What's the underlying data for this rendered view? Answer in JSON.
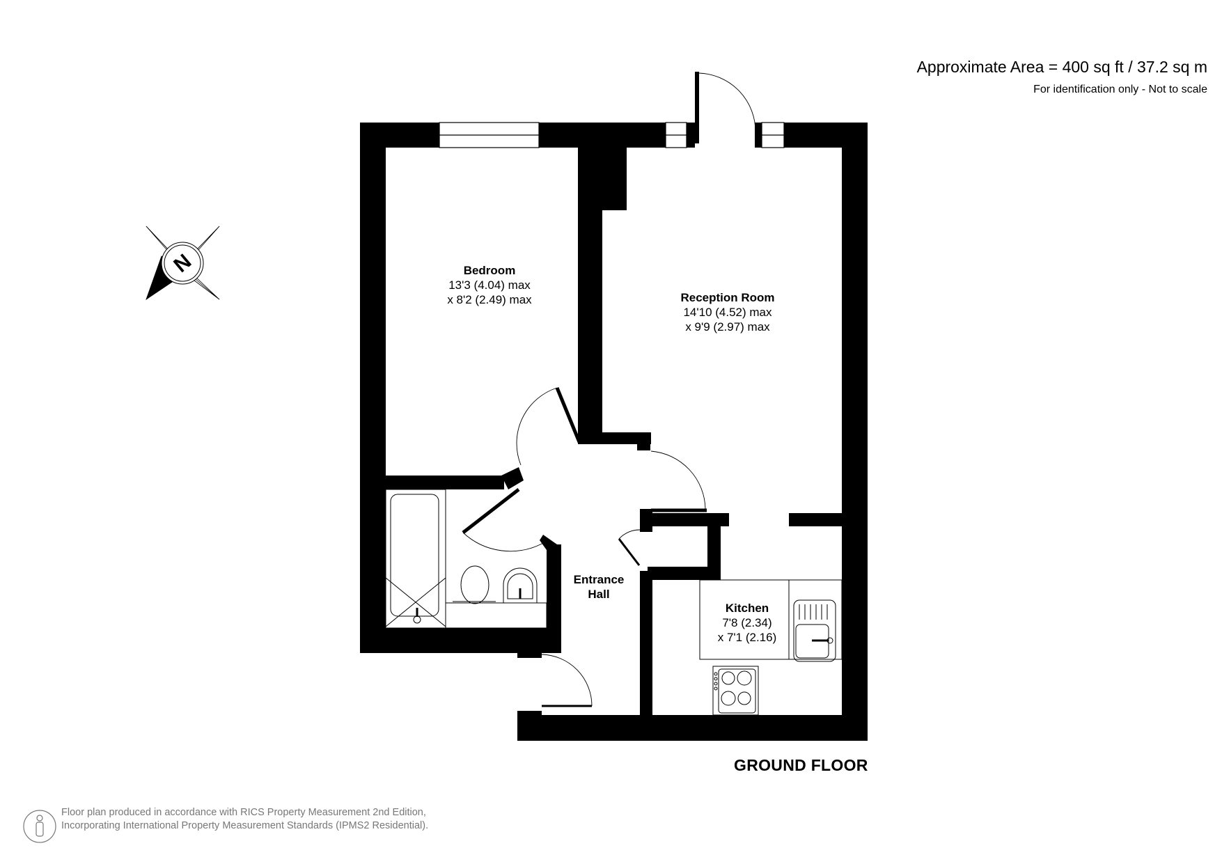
{
  "header": {
    "approximate_area": "Approximate Area = 400 sq ft / 37.2 sq m",
    "disclaimer": "For identification only - Not to scale"
  },
  "compass": {
    "icon": "compass-north-icon",
    "label": "N"
  },
  "rooms": [
    {
      "name": "Bedroom",
      "dim1": "13'3 (4.04) max",
      "dim2": "x 8'2 (2.49) max"
    },
    {
      "name": "Reception Room",
      "dim1": "14'10 (4.52) max",
      "dim2": "x 9'9 (2.97) max"
    },
    {
      "name": "Entrance",
      "dim1": "Hall"
    },
    {
      "name": "Kitchen",
      "dim1": "7'8 (2.34)",
      "dim2": "x 7'1 (2.16)"
    }
  ],
  "floor_label": "GROUND FLOOR",
  "footer": {
    "icon": "person-measurement-icon",
    "line1": "Floor plan produced in accordance with RICS Property Measurement 2nd Edition,",
    "line2": "Incorporating International Property Measurement Standards (IPMS2 Residential)."
  },
  "colors": {
    "wall": "#000000",
    "background": "#ffffff",
    "footer_text": "#777777"
  }
}
